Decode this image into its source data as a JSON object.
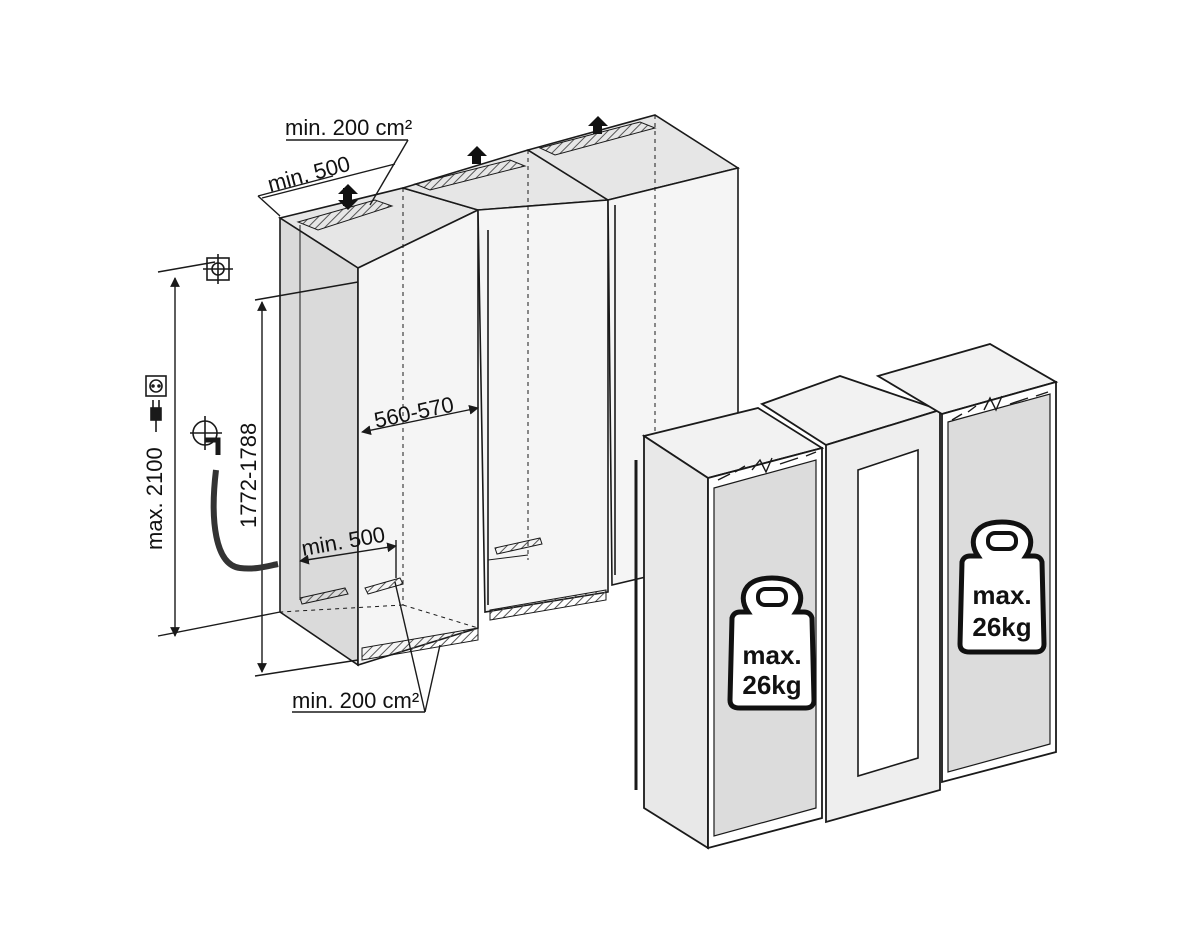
{
  "labels": {
    "top_vent": "min. 200 cm²",
    "top_depth": "min. 500",
    "max_height": "max. 2100",
    "niche_height": "1772-1788",
    "niche_width": "560-570",
    "bottom_depth": "min. 500",
    "bottom_vent": "min. 200 cm²"
  },
  "weights": {
    "left_line1": "max.",
    "left_line2": "26kg",
    "right_line1": "max.",
    "right_line2": "26kg"
  },
  "colors": {
    "line": "#1a1a1a",
    "panel": "#dcdcdc",
    "panel_light": "#ececec",
    "hatch": "#555555",
    "background": "#ffffff"
  }
}
